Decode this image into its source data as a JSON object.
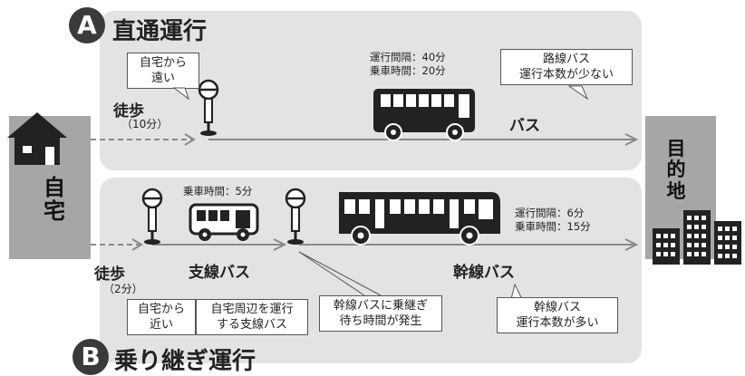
{
  "route_a": {
    "badge": "A",
    "title": "直通運行",
    "walk_label": "徒歩",
    "walk_time": "（10分）",
    "walk_callout": [
      "自宅から",
      "遠い"
    ],
    "bus_info": [
      "運行間隔：40分",
      "乗車時間：20分"
    ],
    "bus_callout": [
      "路線バス",
      "運行本数が少ない"
    ],
    "bus_label": "バス"
  },
  "route_b": {
    "badge": "B",
    "title": "乗り継ぎ運行",
    "walk_label": "徒歩",
    "walk_time": "（2分）",
    "feeder_info": "乗車時間：5分",
    "feeder_label": "支線バス",
    "trunk_info": [
      "運行間隔：6分",
      "乗車時間：15分"
    ],
    "trunk_label": "幹線バス",
    "callout_near": [
      "自宅から",
      "近い"
    ],
    "callout_feeder": [
      "自宅周辺を運行",
      "する支線バス"
    ],
    "callout_transfer": [
      "幹線バスに乗継ぎ",
      "待ち時間が発生"
    ],
    "callout_trunk": [
      "幹線バス",
      "運行本数が多い"
    ]
  },
  "home": {
    "chars": [
      "自",
      "宅"
    ]
  },
  "destination": {
    "chars": [
      "目",
      "的",
      "地"
    ]
  },
  "colors": {
    "panel": "#e3e3e3",
    "dark": "#222222",
    "grey_box": "#a6a6a6",
    "arrow": "#8a8a8a"
  }
}
